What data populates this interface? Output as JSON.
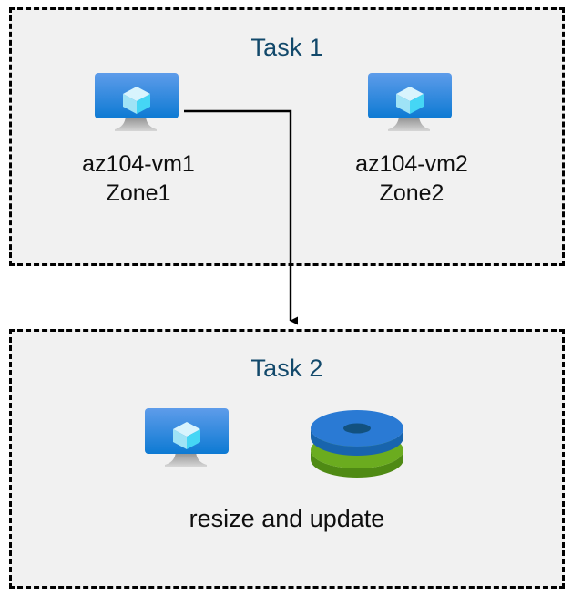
{
  "diagram": {
    "title_color": "#12496b",
    "box_fill": "#f1f1f1",
    "box_border_color": "#000000",
    "label_color": "#0f0f0f",
    "connector_color": "#000000",
    "vm_icon_blue_top": "#5b9bea",
    "vm_icon_blue_bottom": "#0f7ed4",
    "vm_cube_light": "#ccf0fb",
    "vm_cube_cyan": "#45d6f5",
    "vm_stand_gray": "#a6a6a6",
    "disk_blue": "#2a7ad4",
    "disk_green": "#6bac1f",
    "groups": [
      {
        "name": "task-1",
        "title": "Task 1",
        "nodes": [
          {
            "icon": "azure-virtual-machine-icon",
            "label_line1": "az104-vm1",
            "label_line2": "Zone1"
          },
          {
            "icon": "azure-virtual-machine-icon",
            "label_line1": "az104-vm2",
            "label_line2": "Zone2"
          }
        ]
      },
      {
        "name": "task-2",
        "title": "Task 2",
        "icons": [
          "azure-virtual-machine-icon",
          "azure-disks-icon"
        ],
        "caption": "resize and update"
      }
    ],
    "connector": {
      "from": "az104-vm1",
      "to": "task-2",
      "style": "elbow-arrow"
    }
  }
}
